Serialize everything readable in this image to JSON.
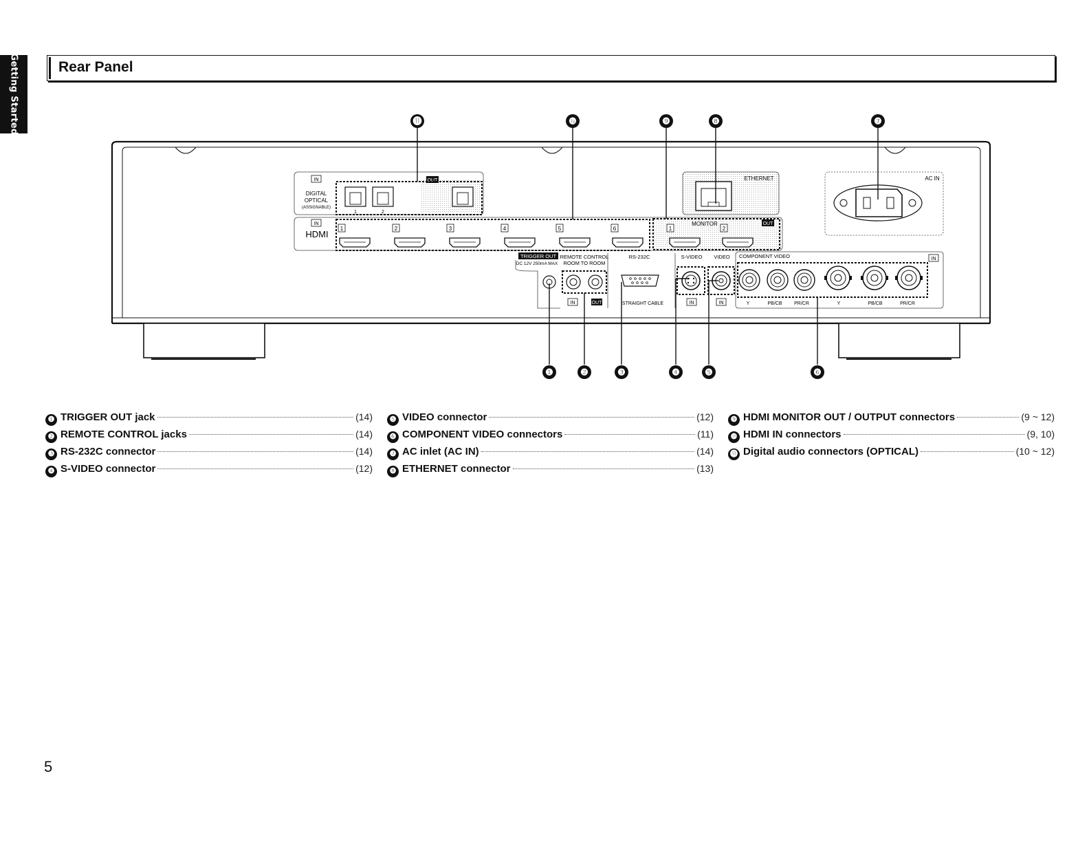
{
  "side_tab": "Getting Started",
  "section_title": "Rear Panel",
  "page_number": "5",
  "callouts": {
    "1": "❶",
    "2": "❷",
    "3": "❸",
    "4": "❹",
    "5": "❺",
    "6": "❻",
    "7": "❼",
    "8": "❽",
    "9": "❾",
    "10": "❿",
    "11": "⓫"
  },
  "panel_labels": {
    "in": "IN",
    "out": "OUT",
    "digital": "DIGITAL",
    "optical": "OPTICAL",
    "assignable": "(ASSIGNABLE)",
    "opt1": "1",
    "opt2": "2",
    "hdmi": "HDMI",
    "hdmi_nums": [
      "1",
      "2",
      "3",
      "4",
      "5",
      "6"
    ],
    "monitor": "MONITOR",
    "mon_nums": [
      "1",
      "2"
    ],
    "ethernet": "ETHERNET",
    "ac_in": "AC IN",
    "trigger_out": "TRIGGER OUT",
    "trigger_spec": "DC 12V 250mA MAX",
    "remote_control": "REMOTE CONTROL",
    "room_to_room": "ROOM TO ROOM",
    "rs232c": "RS-232C",
    "straight_cable": "STRAIGHT CABLE",
    "svideo": "S-VIDEO",
    "video": "VIDEO",
    "component_video": "COMPONENT VIDEO",
    "y": "Y",
    "pb_cb": "PB/CB",
    "pr_cr": "PR/CR"
  },
  "legend": [
    [
      {
        "num": "❶",
        "label": "TRIGGER OUT jack",
        "page": "(14)"
      },
      {
        "num": "❷",
        "label": "REMOTE CONTROL jacks",
        "page": "(14)"
      },
      {
        "num": "❸",
        "label": "RS-232C connector",
        "page": "(14)"
      },
      {
        "num": "❹",
        "label": "S-VIDEO connector",
        "page": "(12)"
      }
    ],
    [
      {
        "num": "❺",
        "label": "VIDEO connector",
        "page": "(12)"
      },
      {
        "num": "❻",
        "label": "COMPONENT VIDEO connectors",
        "page": "(11)"
      },
      {
        "num": "❼",
        "label": "AC inlet (AC IN)",
        "page": "(14)"
      },
      {
        "num": "❽",
        "label": "ETHERNET connector",
        "page": "(13)"
      }
    ],
    [
      {
        "num": "❾",
        "label": "HDMI MONITOR OUT / OUTPUT connectors",
        "page": "(9 ~ 12)"
      },
      {
        "num": "❿",
        "label": "HDMI IN connectors",
        "page": "(9, 10)"
      },
      {
        "num": "⓫",
        "label": "Digital audio connectors (OPTICAL)",
        "page": "(10 ~ 12)"
      }
    ]
  ]
}
